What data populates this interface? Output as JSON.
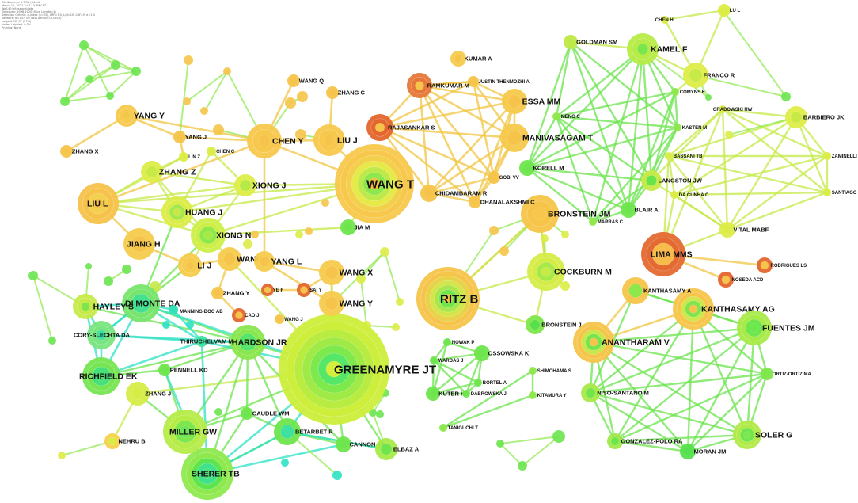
{
  "meta_lines": [
    "CiteSpace, v. 5.7.R1 (64-bit)",
    "March 10, 2021 2:42:13 PM CST",
    "WoS: E:\\citespace\\data",
    "Timespan: 1998-2020 (Slice Length=1)",
    "Selection Criteria: g-index (k=25), LRF=3.0, L/N=10, LBY=5, e=1.0",
    "Network: N=137, E=384 (Density=0.0413)",
    "Largest CC: 37 (27%)",
    "Nodes Labeled: 0.0%",
    "Pruning: None"
  ],
  "colors": {
    "recent_yellow": "#e9f04a",
    "mid_green": "#5ee94d",
    "old_cyan": "#21e3c7",
    "orange": "#f7b733",
    "red_ring": "#e4612b",
    "gold": "#f5c84a"
  },
  "nodes": [
    {
      "id": "n0",
      "label": "GREENAMYRE JT",
      "c": "#d6ef3c",
      "rings": [
        "#cdee3b",
        "#b9ec41",
        "#a0ea47",
        "#7ee94c",
        "#56e769",
        "#2fe3b5"
      ]
    },
    {
      "id": "n1",
      "label": "WANG T",
      "c": "#f5bf3c",
      "rings": [
        "#f7c84b",
        "#f2d04b",
        "#e5ea48",
        "#bde94a",
        "#8ce84b",
        "#4fe368"
      ]
    },
    {
      "id": "n2",
      "label": "RITZ B",
      "c": "#f2c545",
      "rings": [
        "#f6c44a",
        "#e7d249",
        "#d2e54a",
        "#a9e64c",
        "#6ee64c",
        "#3ce46b"
      ]
    },
    {
      "id": "n3",
      "label": "SHERER TB",
      "c": "#4de07f",
      "rings": [
        "#8fe94e",
        "#5ee54e",
        "#3fe18b",
        "#29e0c0"
      ]
    },
    {
      "id": "n4",
      "label": "MILLER GW",
      "c": "#6be456",
      "rings": [
        "#b6ec48",
        "#7fe74e",
        "#4ee371"
      ]
    },
    {
      "id": "n5",
      "label": "LIMA MMS",
      "c": "#f5b64a",
      "rings": [
        "#e46a31",
        "#f7bb48",
        "#f6c84c"
      ]
    },
    {
      "id": "n6",
      "label": "DI MONTE DA",
      "c": "#42e08e",
      "rings": [
        "#77e56c",
        "#43e08f",
        "#2be0be"
      ]
    },
    {
      "id": "n7",
      "label": "RICHFIELD EK",
      "c": "#48e06b",
      "rings": [
        "#77e552",
        "#46df7c",
        "#2fdfb9"
      ]
    },
    {
      "id": "n8",
      "label": "CORY-SLECHTA DA",
      "c": "#3fe0a0",
      "rings": [
        "#79e580",
        "#34e0b0"
      ]
    },
    {
      "id": "n9",
      "label": "HARDSON JR",
      "c": "#56e45d",
      "rings": [
        "#8ae64c",
        "#55e469",
        "#31dfb7"
      ]
    },
    {
      "id": "n10",
      "label": "KANTHASAMY AG",
      "c": "#f6c44a",
      "rings": [
        "#f7c54a",
        "#cfe74a",
        "#7ee54d",
        "#3ee163"
      ]
    },
    {
      "id": "n11",
      "label": "ANANTHARAM V",
      "c": "#f6c44a",
      "rings": [
        "#f6c44a",
        "#c9e64a",
        "#76e54d",
        "#3ae164"
      ]
    },
    {
      "id": "n12",
      "label": "FUENTES JM",
      "c": "#6ce84c",
      "rings": [
        "#a8ea48",
        "#6ee64d",
        "#3ee163"
      ]
    },
    {
      "id": "n13",
      "label": "SOLER G",
      "c": "#7fe64d",
      "rings": [
        "#b1ea47",
        "#6fe64c",
        "#3fe064"
      ]
    },
    {
      "id": "n14",
      "label": "COCKBURN M",
      "c": "#c6eb47",
      "rings": [
        "#d5ec47",
        "#a7e949",
        "#5fe44f"
      ]
    },
    {
      "id": "n15",
      "label": "BRONSTEIN JM",
      "c": "#f7c64b",
      "rings": [
        "#f6c448",
        "#f3cc49"
      ]
    },
    {
      "id": "n16",
      "label": "XIONG N",
      "c": "#a7ea46",
      "rings": [
        "#cdee47",
        "#8de84a",
        "#57e45a"
      ]
    },
    {
      "id": "n17",
      "label": "LIU L",
      "c": "#f6c14a",
      "rings": [
        "#f7c24a",
        "#f3d04d",
        "#c7e947"
      ]
    },
    {
      "id": "n18",
      "label": "HUANG J",
      "c": "#c6e947",
      "rings": [
        "#dbec46",
        "#a6e84b",
        "#66e54e"
      ]
    },
    {
      "id": "n19",
      "label": "KAMEL F",
      "c": "#78e64c",
      "rings": [
        "#b7eb47",
        "#6ee64c"
      ]
    },
    {
      "id": "n20",
      "label": "CHEN Y",
      "c": "#f6c44a",
      "rings": [
        "#f7c84c",
        "#f4d14c"
      ]
    },
    {
      "id": "n21",
      "label": "LIU J",
      "c": "#f6c44a",
      "rings": [
        "#f7c84c",
        "#f3cf4c"
      ]
    },
    {
      "id": "n22",
      "label": "ESSA MM",
      "c": "#f6c44a",
      "rings": [
        "#f7c94c"
      ]
    },
    {
      "id": "n23",
      "label": "MANIVASAGAM T",
      "c": "#f6c44a",
      "rings": [
        "#f7c94c"
      ]
    },
    {
      "id": "n24",
      "label": "RAMKUMAR M",
      "c": "#f6c44a",
      "rings": [
        "#e67738",
        "#f6c44a"
      ]
    },
    {
      "id": "n25",
      "label": "RAJASANKAR S",
      "c": "#f6c44a",
      "rings": [
        "#e4662d",
        "#f6c44a"
      ]
    },
    {
      "id": "n26",
      "label": "WANG X",
      "c": "#f6c44a",
      "rings": [
        "#f7cb4c"
      ]
    },
    {
      "id": "n27",
      "label": "WANG Y",
      "c": "#f6c44a",
      "rings": [
        "#f7cb4c"
      ]
    },
    {
      "id": "n28",
      "label": "JIANG H",
      "c": "#f6c44a",
      "rings": [
        "#f7cb4c"
      ]
    },
    {
      "id": "n29",
      "label": "YANG Y",
      "c": "#f3c84a",
      "rings": [
        "#f7c94c",
        "#c5e74a"
      ]
    },
    {
      "id": "n30",
      "label": "ZHANG Z",
      "c": "#c8ea46",
      "rings": [
        "#dced47"
      ]
    },
    {
      "id": "n31",
      "label": "XIONG J",
      "c": "#b8ea47",
      "rings": [
        "#dded47"
      ]
    },
    {
      "id": "n32",
      "label": "LI J",
      "c": "#f6c44a",
      "rings": [
        "#f7cb4c",
        "#b8e94c"
      ]
    },
    {
      "id": "n33",
      "label": "WANG L",
      "c": "#f6c44a",
      "rings": [
        "#f7cb4c"
      ]
    },
    {
      "id": "n34",
      "label": "YANG L",
      "c": "#f6c44a",
      "rings": [
        "#f7cb4c"
      ]
    },
    {
      "id": "n35",
      "label": "HAYLEY S",
      "c": "#7ee64c",
      "rings": [
        "#c7ea48",
        "#7ee64c"
      ]
    },
    {
      "id": "n36",
      "label": "ZHANG J",
      "c": "#d6ec47",
      "rings": [
        "#d6ec47"
      ]
    },
    {
      "id": "n37",
      "label": "NISO-SANTANO M",
      "c": "#72e54c",
      "rings": [
        "#a9e949"
      ]
    },
    {
      "id": "n38",
      "label": "GONZALEZ-POLO RA",
      "c": "#6be54c",
      "rings": [
        "#a0e84a"
      ]
    },
    {
      "id": "n39",
      "label": "MORAN JM",
      "c": "#56e04e",
      "rings": []
    },
    {
      "id": "n40",
      "label": "ORTIZ-ORTIZ MA",
      "c": "#7fe64c",
      "rings": []
    },
    {
      "id": "n41",
      "label": "KANTHASAMY A",
      "c": "#8fe84b",
      "rings": [
        "#f6c44a"
      ]
    },
    {
      "id": "n42",
      "label": "LANGSTON JW",
      "c": "#67e44c",
      "rings": [
        "#c6ea47"
      ]
    },
    {
      "id": "n43",
      "label": "BLAIR A",
      "c": "#6ee54c",
      "rings": []
    },
    {
      "id": "n44",
      "label": "KORELL M",
      "c": "#6ee54c",
      "rings": []
    },
    {
      "id": "n45",
      "label": "GOLDMAN SM",
      "c": "#bfe947",
      "rings": []
    },
    {
      "id": "n46",
      "label": "FRANCO R",
      "c": "#c6ea47",
      "rings": [
        "#dfed49"
      ]
    },
    {
      "id": "n47",
      "label": "BARBIERO JK",
      "c": "#c8ea47",
      "rings": [
        "#dfed49"
      ]
    },
    {
      "id": "n48",
      "label": "VITAL MABF",
      "c": "#dcec47",
      "rings": []
    },
    {
      "id": "n49",
      "label": "RODRIGUES LS",
      "c": "#f6c44a",
      "rings": [
        "#e4662d"
      ]
    },
    {
      "id": "n50",
      "label": "NOSEDA ACD",
      "c": "#f6c44a",
      "rings": [
        "#e4662d"
      ]
    },
    {
      "id": "n51",
      "label": "BRONSTEIN J",
      "c": "#56e04e",
      "rings": [
        "#7fe64c"
      ]
    },
    {
      "id": "n52",
      "label": "MANNING-BOG AB",
      "c": "#31dfb7",
      "rings": []
    },
    {
      "id": "n53",
      "label": "THIRUCHELVAM M",
      "c": "#3fe0a0",
      "rings": []
    },
    {
      "id": "n54",
      "label": "PENNELL KD",
      "c": "#6ee54c",
      "rings": []
    },
    {
      "id": "n55",
      "label": "CAUDLE WM",
      "c": "#6ee54c",
      "rings": []
    },
    {
      "id": "n56",
      "label": "BETARBET R",
      "c": "#3fe0a0",
      "rings": [
        "#6ee54c"
      ]
    },
    {
      "id": "n57",
      "label": "CANNON JR",
      "c": "#6ee54c",
      "rings": []
    },
    {
      "id": "n58",
      "label": "ELBAZ A",
      "c": "#6ee54c",
      "rings": [
        "#a8ea48"
      ]
    },
    {
      "id": "n59",
      "label": "NEHRU B",
      "c": "#dcec47",
      "rings": [
        "#f6d14b"
      ]
    },
    {
      "id": "n60",
      "label": "CHIDAMBARAM R",
      "c": "#f6c44a",
      "rings": []
    },
    {
      "id": "n61",
      "label": "DHANALAKSHMI C",
      "c": "#f6c44a",
      "rings": []
    },
    {
      "id": "n62",
      "label": "GOBI VV",
      "c": "#f6c44a",
      "rings": []
    },
    {
      "id": "n63",
      "label": "JUSTIN THENMOZHI A",
      "c": "#f6c44a",
      "rings": []
    },
    {
      "id": "n64",
      "label": "KUMAR A",
      "c": "#f6c44a",
      "rings": [
        "#f7cb4c"
      ]
    },
    {
      "id": "n65",
      "label": "WANG Q",
      "c": "#f6c44a",
      "rings": []
    },
    {
      "id": "n66",
      "label": "ZHANG C",
      "c": "#f6c44a",
      "rings": []
    },
    {
      "id": "n67",
      "label": "YANG J",
      "c": "#f6c44a",
      "rings": []
    },
    {
      "id": "n68",
      "label": "ZHANG X",
      "c": "#f6c44a",
      "rings": []
    },
    {
      "id": "n69",
      "label": "LIN Z",
      "c": "#dcec47",
      "rings": []
    },
    {
      "id": "n70",
      "label": "CHEN C",
      "c": "#dcec47",
      "rings": []
    },
    {
      "id": "n71",
      "label": "JIA M",
      "c": "#6ee54c",
      "rings": []
    },
    {
      "id": "n72",
      "label": "ZHANG Y",
      "c": "#f6c44a",
      "rings": []
    },
    {
      "id": "n73",
      "label": "YE F",
      "c": "#f6c44a",
      "rings": [
        "#e4662d"
      ]
    },
    {
      "id": "n74",
      "label": "SAI Y",
      "c": "#f6c44a",
      "rings": [
        "#e4662d"
      ]
    },
    {
      "id": "n75",
      "label": "CAO J",
      "c": "#f6c44a",
      "rings": [
        "#e4662d"
      ]
    },
    {
      "id": "n76",
      "label": "WANG J",
      "c": "#f6c44a",
      "rings": []
    },
    {
      "id": "n77",
      "label": "NOWAK P",
      "c": "#6ee54c",
      "rings": []
    },
    {
      "id": "n78",
      "label": "OSSOWSKA K",
      "c": "#6ee54c",
      "rings": []
    },
    {
      "id": "n79",
      "label": "WARDAS J",
      "c": "#6ee54c",
      "rings": []
    },
    {
      "id": "n80",
      "label": "BORTEL A",
      "c": "#6ee54c",
      "rings": []
    },
    {
      "id": "n81",
      "label": "KUTER K",
      "c": "#6ee54c",
      "rings": []
    },
    {
      "id": "n82",
      "label": "DABROWSKA J",
      "c": "#6ee54c",
      "rings": []
    },
    {
      "id": "n83",
      "label": "SHIMOHAMA S",
      "c": "#8fe84b",
      "rings": []
    },
    {
      "id": "n84",
      "label": "KITAMURA Y",
      "c": "#8fe84b",
      "rings": []
    },
    {
      "id": "n85",
      "label": "TANIGUCHI T",
      "c": "#8fe84b",
      "rings": []
    },
    {
      "id": "n86",
      "label": "CHEN H",
      "c": "#dcec47",
      "rings": []
    },
    {
      "id": "n87",
      "label": "LU L",
      "c": "#dcec47",
      "rings": []
    },
    {
      "id": "n88",
      "label": "COMYNS K",
      "c": "#8fe84b",
      "rings": []
    },
    {
      "id": "n89",
      "label": "MENG C",
      "c": "#8fe84b",
      "rings": []
    },
    {
      "id": "n90",
      "label": "KASTEN M",
      "c": "#8fe84b",
      "rings": []
    },
    {
      "id": "n91",
      "label": "MARRAS C",
      "c": "#8fe84b",
      "rings": []
    },
    {
      "id": "n92",
      "label": "GRADOWSKI RW",
      "c": "#dcec47",
      "rings": []
    },
    {
      "id": "n93",
      "label": "BASSANI TB",
      "c": "#dcec47",
      "rings": []
    },
    {
      "id": "n94",
      "label": "ZAMINELLI T",
      "c": "#dcec47",
      "rings": []
    },
    {
      "id": "n95",
      "label": "SANTIAGO RM",
      "c": "#dcec47",
      "rings": []
    },
    {
      "id": "n96",
      "label": "DA CUNHA C",
      "c": "#dcec47",
      "rings": []
    }
  ]
}
